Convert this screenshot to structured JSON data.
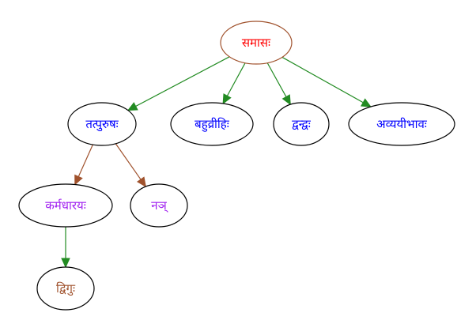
{
  "diagram": {
    "nodes": {
      "samasa": {
        "label": "समासः",
        "text_color": "#ff0000",
        "border_color": "#a0522d"
      },
      "tatpurusha": {
        "label": "तत्पुरुषः",
        "text_color": "#0000ff",
        "border_color": "#000000"
      },
      "bahuvrihi": {
        "label": "बहुव्रीहिः",
        "text_color": "#0000ff",
        "border_color": "#000000"
      },
      "dvandva": {
        "label": "द्वन्द्वः",
        "text_color": "#0000ff",
        "border_color": "#000000"
      },
      "avyayibhava": {
        "label": "अव्ययीभावः",
        "text_color": "#0000ff",
        "border_color": "#000000"
      },
      "karmadharaya": {
        "label": "कर्मधारयः",
        "text_color": "#a020f0",
        "border_color": "#000000"
      },
      "nanj": {
        "label": "नञ्",
        "text_color": "#a020f0",
        "border_color": "#000000"
      },
      "dvigu": {
        "label": "द्विगुः",
        "text_color": "#a0522d",
        "border_color": "#000000"
      }
    },
    "edges": [
      {
        "from": "samasa",
        "to": "tatpurusha",
        "color": "#228b22"
      },
      {
        "from": "samasa",
        "to": "bahuvrihi",
        "color": "#228b22"
      },
      {
        "from": "samasa",
        "to": "dvandva",
        "color": "#228b22"
      },
      {
        "from": "samasa",
        "to": "avyayibhava",
        "color": "#228b22"
      },
      {
        "from": "tatpurusha",
        "to": "karmadharaya",
        "color": "#a0522d"
      },
      {
        "from": "tatpurusha",
        "to": "nanj",
        "color": "#a0522d"
      },
      {
        "from": "karmadharaya",
        "to": "dvigu",
        "color": "#228b22"
      }
    ]
  }
}
